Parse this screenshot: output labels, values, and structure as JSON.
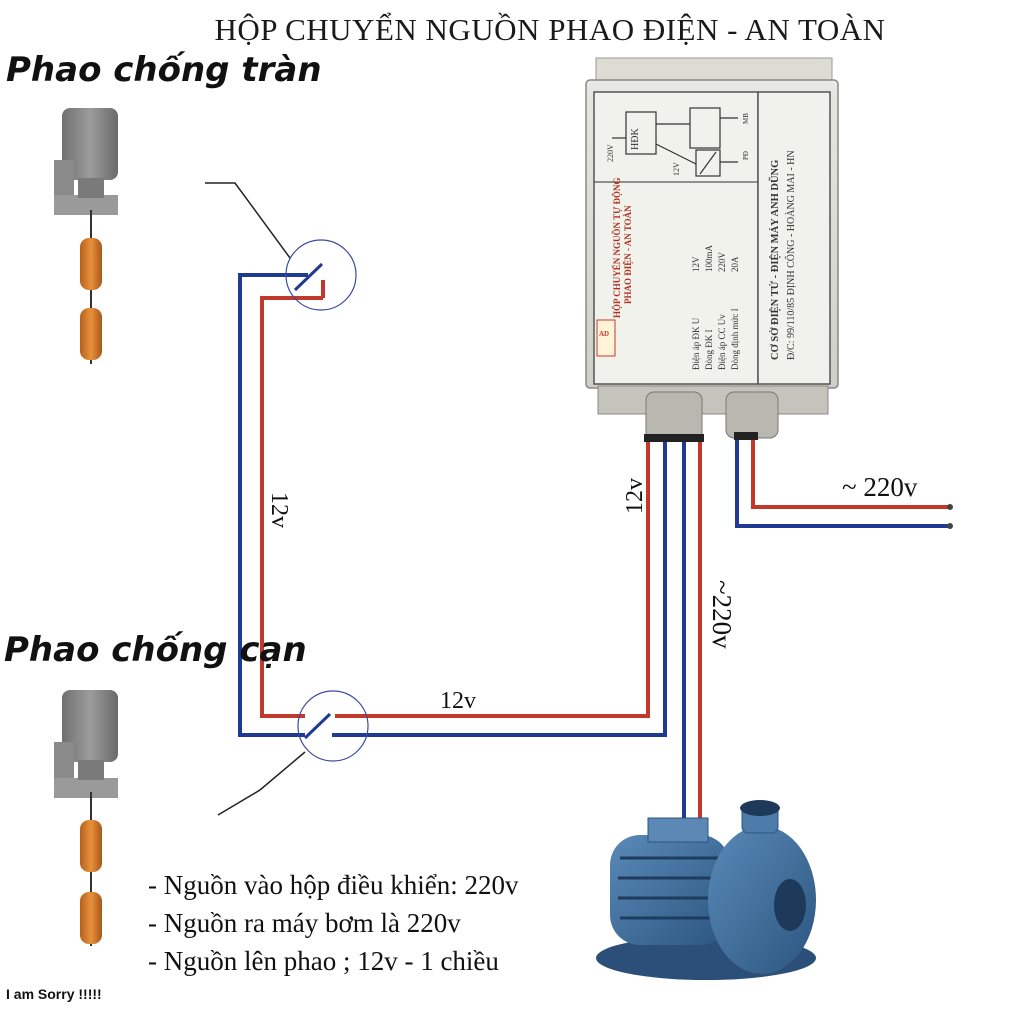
{
  "title": "HỘP CHUYỂN NGUỒN PHAO ĐIỆN - AN TOÀN",
  "floats": {
    "overflow_label": "Phao chống tràn",
    "dry_run_label": "Phao chống cạn"
  },
  "wire_labels": {
    "left_vertical": "12v",
    "bottom_horizontal": "12v",
    "box_output_vertical": "12v",
    "pump_vertical": "~220v",
    "mains_input": "~ 220v"
  },
  "control_box": {
    "left_panel": {
      "brand_line1": "HỘP CHUYỂN NGUỒN TỰ ĐỘNG",
      "brand_line2": "PHAO ĐIỆN - AN TOÀN",
      "logo": "AD",
      "specs": [
        {
          "name": "Điện áp ĐK U",
          "value": "12V"
        },
        {
          "name": "Dòng ĐK I",
          "value": "100mA"
        },
        {
          "name": "Điện áp CC Uv",
          "value": "220V"
        },
        {
          "name": "Dòng định mức I",
          "value": "20A"
        }
      ]
    },
    "schematic": {
      "label_hdk": "HĐK",
      "label_220v": "220V",
      "label_12v": "12V",
      "label_pd": "PĐ",
      "label_mb": "MB"
    },
    "right_panel": {
      "line1": "CƠ SỞ ĐIỆN TỬ - ĐIỆN MÁY ANH DŨNG",
      "line2": "Đ/C: 99/110/85 ĐỊNH CÔNG - HOÀNG MAI - HN"
    }
  },
  "notes": [
    "- Nguồn vào hộp điều khiển: 220v",
    "- Nguồn ra máy bơm là 220v",
    "- Nguồn lên phao ; 12v - 1 chiều"
  ],
  "footer_note": "I am Sorry !!!!!",
  "colors": {
    "wire_red": "#c0392b",
    "wire_blue": "#1f3a93",
    "float_body": "#d9822b",
    "pump_body": "#3f6f9f"
  }
}
